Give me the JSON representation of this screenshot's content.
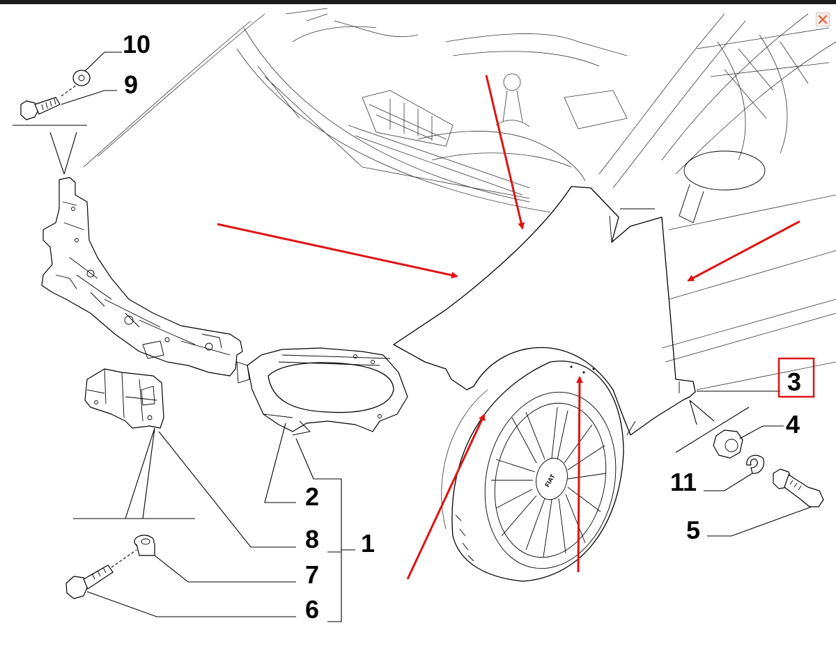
{
  "window": {
    "close_icon": "close-icon"
  },
  "colors": {
    "arrow": "#e01212",
    "highlight_box": "#e01212",
    "line": "#000000",
    "close_bg": "#fbeee8",
    "close_x": "#e26a4f"
  },
  "callouts": {
    "c1": "1",
    "c2": "2",
    "c3": "3",
    "c4": "4",
    "c5": "5",
    "c6": "6",
    "c7": "7",
    "c8": "8",
    "c9": "9",
    "c10": "10",
    "c11": "11"
  },
  "highlighted_callout": "3",
  "wheel_emblem": "FIAT"
}
